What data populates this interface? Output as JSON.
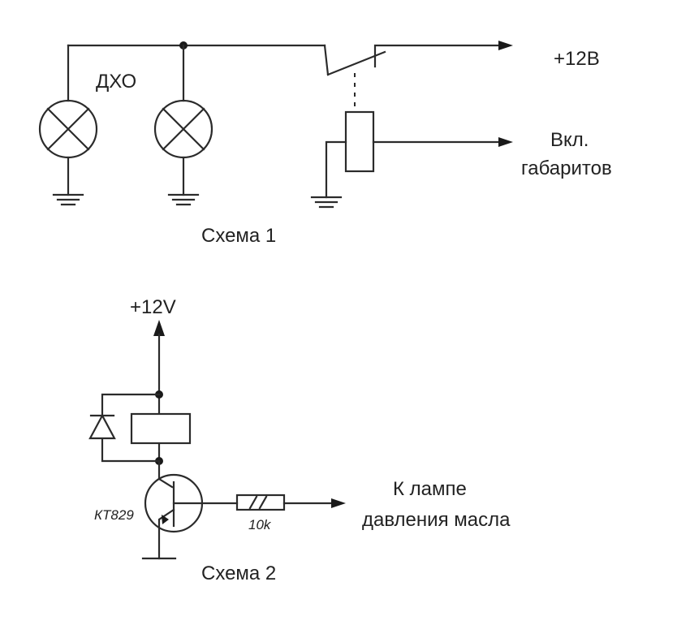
{
  "scheme1": {
    "label_dho": "ДХО",
    "label_12v": "+12В",
    "label_on_line1": "Вкл.",
    "label_on_line2": "габаритов",
    "caption": "Схема 1"
  },
  "scheme2": {
    "label_12v": "+12V",
    "transistor": "КТ829",
    "resistor": "10k",
    "label_lamp_line1": "К лампе",
    "label_lamp_line2": "давления масла",
    "caption": "Схема 2"
  }
}
